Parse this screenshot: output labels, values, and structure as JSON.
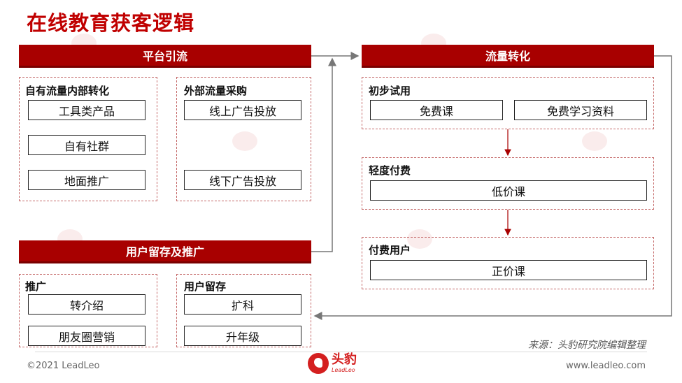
{
  "title": "在线教育获客逻辑",
  "colors": {
    "brand_red": "#a80000",
    "title_red": "#c00000",
    "dash": "#c56a6a"
  },
  "platform": {
    "banner": "平台引流",
    "internal": {
      "label": "自有流量内部转化",
      "items": [
        "工具类产品",
        "自有社群",
        "地面推广"
      ]
    },
    "external": {
      "label": "外部流量采购",
      "items": [
        "线上广告投放",
        "线下广告投放"
      ]
    }
  },
  "conversion": {
    "banner": "流量转化",
    "trial": {
      "label": "初步试用",
      "items": [
        "免费课",
        "免费学习资料"
      ]
    },
    "light_pay": {
      "label": "轻度付费",
      "items": [
        "低价课"
      ]
    },
    "paid_user": {
      "label": "付费用户",
      "items": [
        "正价课"
      ]
    }
  },
  "retention": {
    "banner": "用户留存及推广",
    "promotion": {
      "label": "推广",
      "items": [
        "转介绍",
        "朋友圈营销"
      ]
    },
    "retain": {
      "label": "用户留存",
      "items": [
        "扩科",
        "升年级"
      ]
    }
  },
  "footer": {
    "source": "来源：头豹研究院编辑整理",
    "copyright": "©2021 LeadLeo",
    "logo_cn": "头豹",
    "logo_en": "LeadLeo",
    "url": "www.leadleo.com"
  }
}
